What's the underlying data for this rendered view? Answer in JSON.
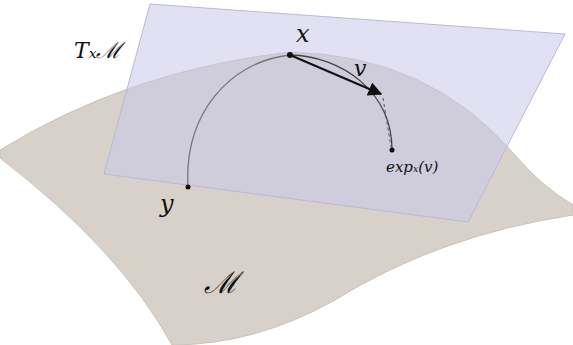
{
  "diagram": {
    "labels": [
      "Tₓℳ",
      "x",
      "v",
      "y",
      "expₓ(v)",
      "ℳ"
    ]
  }
}
